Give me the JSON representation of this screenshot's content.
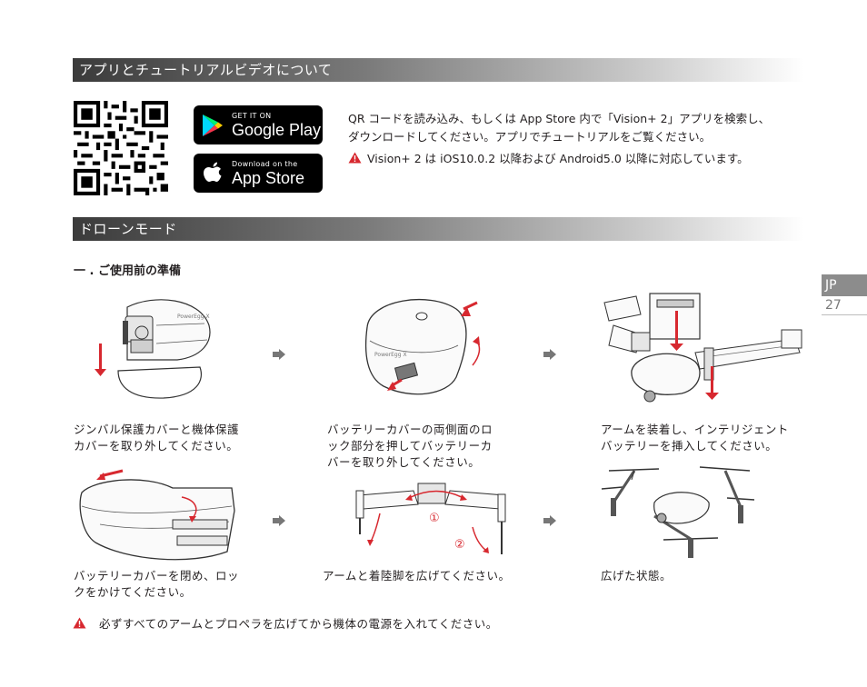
{
  "section1": {
    "title": "アプリとチュートリアルビデオについて"
  },
  "google_play": {
    "small": "GET IT ON",
    "big": "Google Play"
  },
  "app_store": {
    "small": "Download on the",
    "big": "App Store"
  },
  "qr_text": {
    "line1": "QR コードを読み込み、もしくは App Store 内で「Vision+ 2」アプリを検索し、",
    "line2": "ダウンロードしてください。アプリでチュートリアルをご覧ください。"
  },
  "compat_warning": "Vision+ 2 は iOS10.0.2 以降および Android5.0 以降に対応しています。",
  "section2": {
    "title": "ドローンモード"
  },
  "subheading": "一 . ご使用前の準備",
  "page_tab": {
    "lang": "JP",
    "page": "27"
  },
  "steps": [
    {
      "line1": "ジンバル保護カバーと機体保護",
      "line2": "カバーを取り外してください。"
    },
    {
      "line1": "バッテリーカバーの両側面のロ",
      "line2": "ック部分を押してバッテリーカ",
      "line3": "バーを取り外してください。"
    },
    {
      "line1": "アームを装着し、インテリジェント",
      "line2": "バッテリーを挿入してください。"
    },
    {
      "line1": "バッテリーカバーを閉め、ロッ",
      "line2": "クをかけてください。"
    },
    {
      "line1": "アームと着陸脚を広げてください。"
    },
    {
      "line1": "広げた状態。"
    }
  ],
  "step5_markers": [
    "①",
    "②"
  ],
  "bottom_warning": "必ずすべてのアームとプロペラを広げてから機体の電源を入れてください。",
  "colors": {
    "accent_red": "#d7282f",
    "tab_gray": "#8c8c8c",
    "line_gray": "#4a4a4a"
  },
  "icons": [
    "qr-code",
    "google-play-logo",
    "apple-logo",
    "warning-icon",
    "arrow-right-icon"
  ]
}
